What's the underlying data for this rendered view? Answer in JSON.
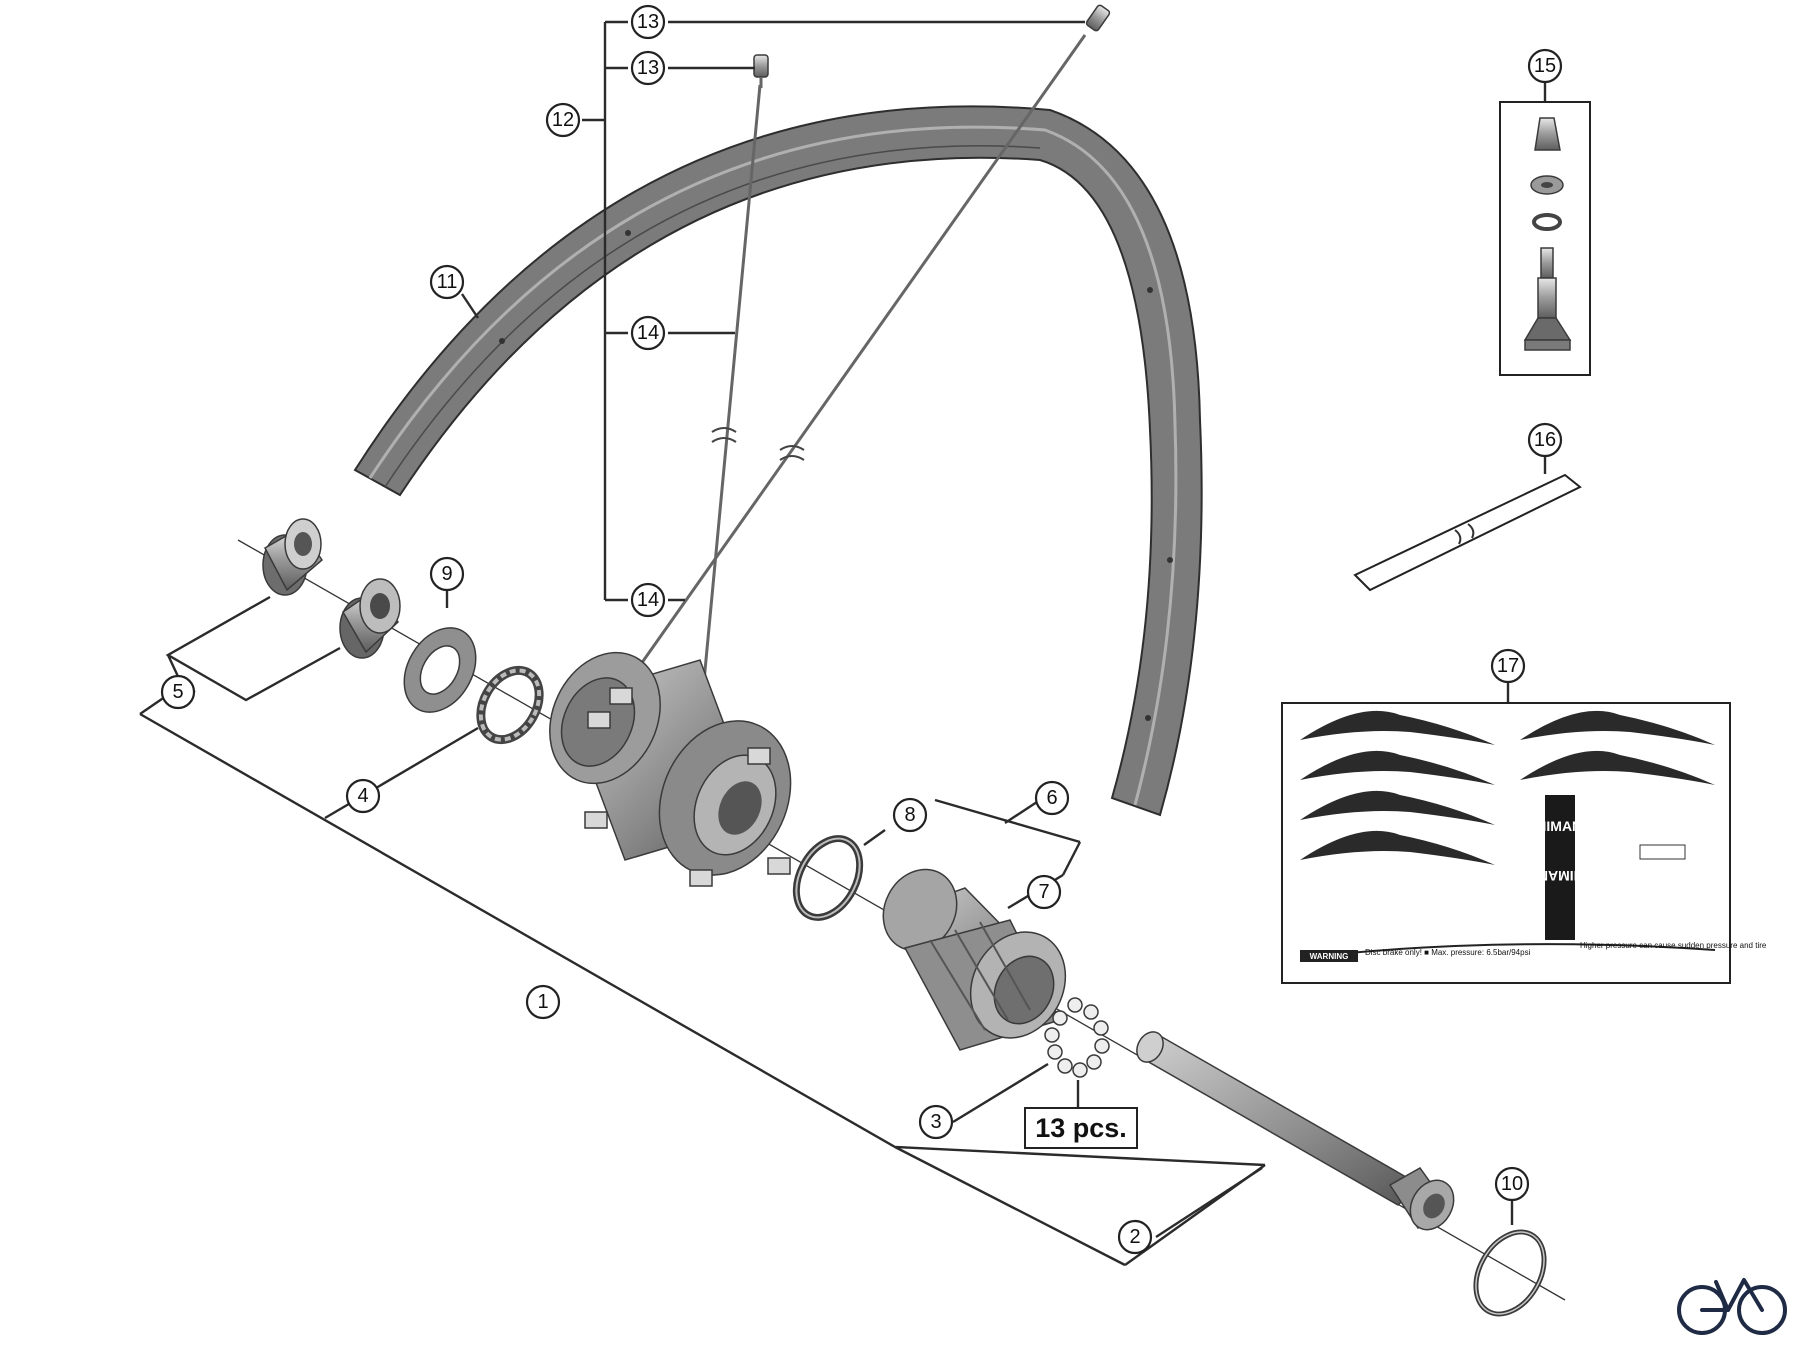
{
  "diagram": {
    "callouts": [
      {
        "id": "c1",
        "label": "1"
      },
      {
        "id": "c2",
        "label": "2"
      },
      {
        "id": "c3",
        "label": "3"
      },
      {
        "id": "c4",
        "label": "4"
      },
      {
        "id": "c5",
        "label": "5"
      },
      {
        "id": "c6",
        "label": "6"
      },
      {
        "id": "c7",
        "label": "7"
      },
      {
        "id": "c8",
        "label": "8"
      },
      {
        "id": "c9",
        "label": "9"
      },
      {
        "id": "c10",
        "label": "10"
      },
      {
        "id": "c11",
        "label": "11"
      },
      {
        "id": "c12",
        "label": "12"
      },
      {
        "id": "c13a",
        "label": "13"
      },
      {
        "id": "c13b",
        "label": "13"
      },
      {
        "id": "c14a",
        "label": "14"
      },
      {
        "id": "c14b",
        "label": "14"
      },
      {
        "id": "c15",
        "label": "15"
      },
      {
        "id": "c16",
        "label": "16"
      },
      {
        "id": "c17",
        "label": "17"
      }
    ],
    "quantity_note": "13 pcs.",
    "decal": {
      "brand": "SHIMANO",
      "warning": "WARNING",
      "rim_warning": "Disc brake only! ■ Max. pressure: 6.5bar/94psi",
      "small_text": "Higher pressure can cause sudden pressure and tire"
    }
  }
}
